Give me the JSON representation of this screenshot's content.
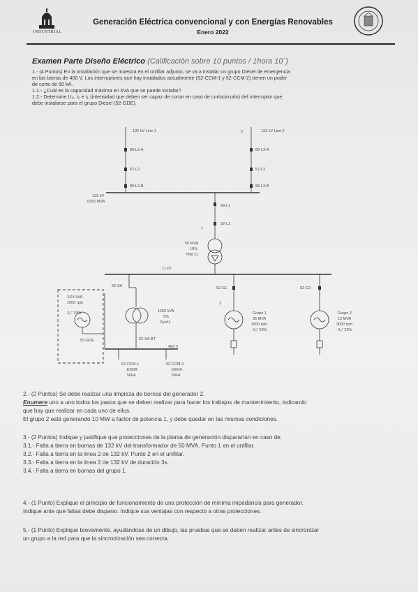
{
  "header": {
    "logo_text": "INDUSTRIAL",
    "title": "Generación Eléctrica convencional y con Energías Renovables",
    "date": "Enero 2022"
  },
  "exam": {
    "title": "Examen Parte Diseño Eléctrico",
    "subtitle": "(Calificación sobre 10 puntos / 1hora 10´)"
  },
  "q1": {
    "lines": [
      "1.- (4 Puntos) En la instalación que se muestra en el unifilar adjunto, se va a instalar un grupo Diesel de emergencia",
      "en las barras de 400 V. Los interruptores que hay instalados actualmente (52-CCM-1 y 52-CCM-2) tienen un poder",
      "de corte de 50 kA.",
      "1.1.- ¿Cuál es la capacidad máxima en kVA que se puede instalar?",
      "1.2.- Determine U₀, I₀ e I₁ (intensidad que deben ser capaz de cortar en caso de cortocircuito) del interruptor que",
      "debe instalarse para el grupo Diesel (52-GDE)."
    ]
  },
  "diagram": {
    "line1": "132 kV Line 1",
    "line2": "132 kV Line 2",
    "sw_89L2A": "89-L2-A",
    "sw_52L2": "52-L2",
    "sw_89L2B": "89-L2-B",
    "sw_89L3A": "89-L3-A",
    "sw_52L3": "52-L3",
    "sw_89L3B": "89-L3-B",
    "point2": "2",
    "bus132_a": "132 kV",
    "bus132_b": "6250 MVA",
    "sw_89L1": "89-L1",
    "sw_52L1": "52-L1",
    "point1": "1",
    "tr_mva": "50 MVA",
    "tr_z": "10%",
    "tr_vec": "YNd 11",
    "bus11": "11 kV",
    "cb_52SA": "52-SA",
    "cb_52G1": "52-G1",
    "cb_52G2": "52-G2",
    "point3": "3",
    "diesel_kva": "XXX kVA",
    "diesel_rpm": "1500 rpm",
    "diesel_x": "X₄\" 10%",
    "cb_52GDE": "52-GDE",
    "aux_kva": "1250 kVA",
    "aux_z": "5%",
    "aux_vec": "Dyn11",
    "cb_52SABT": "52-SA-BT",
    "g1_name": "Grupo 1",
    "g1_mva": "35 MVA",
    "g1_rpm": "3000 rpm",
    "g1_x": "X₄\" 20%",
    "g2_name": "Grupo 2",
    "g2_mva": "15 MVA",
    "g2_rpm": "3000 rpm",
    "g2_x": "X₄\" 20%",
    "bus400": "400 V",
    "ccm1_name": "52-CCM-1",
    "ccm1_a": "1000A",
    "ccm1_k": "50kA",
    "ccm2_name": "52-CCM-2",
    "ccm2_a": "1000A",
    "ccm2_k": "50kA"
  },
  "q2": {
    "line1": "2.- (2 Puntos) Se debe realizar una limpieza de bornas del generador 2.",
    "line2_em": "Enumere",
    "line2_rest": " uno a uno todos los pasos que se deben realizar para hacer los trabajos de mantenimiento, indicando",
    "line3": "que hay que realizar en cada uno de ellos.",
    "line4": "El grupo 2 está generando 10 MW a factor de potencia 1, y debe quedar en las mismas condiciones."
  },
  "q3": {
    "lines": [
      "3.- (2 Puntos) Indique y justifique que protecciones de la planta de generación dispararían en caso de:",
      "3.1.- Falta a tierra en bornas de 132 kV del transformador de 50 MVA. Punto 1 en el unifilar.",
      "3.2.- Falta a tierra en la línea 2 de 132 kV. Punto 2 en el unifilar.",
      "3.3.- Falta a tierra en la línea 2 de 132 kV de duración 3s.",
      "3.4.- Falta a tierra en bornas del grupo 1."
    ]
  },
  "q4": {
    "lines": [
      "4.- (1 Punto) Explique el principio de funcionamiento de una protección de mínima impedancia para generador.",
      "Indique ante que faltas debe disparar. Indique sus ventajas con respecto a otras protecciones."
    ]
  },
  "q5": {
    "lines": [
      "5.- (1 Punto) Explique brevemente, ayudándose de un dibujo, las pruebas que se deben realizar antes de sincronizar",
      "un grupo a la red para que la sincronización sea correcta."
    ]
  }
}
